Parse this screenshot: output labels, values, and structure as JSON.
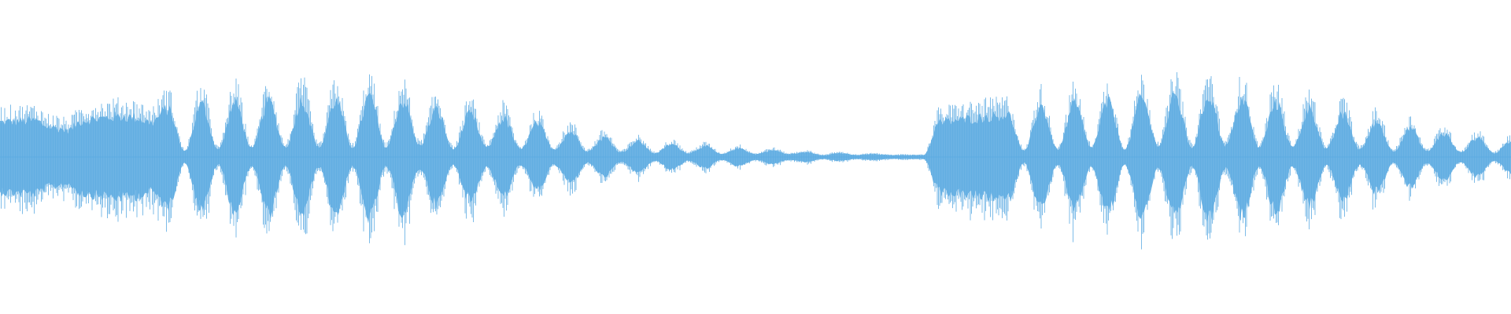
{
  "waveform": {
    "color": "#5dabe2",
    "background": "#ffffff",
    "peak_envelope": [
      0.36,
      0.37,
      0.38,
      0.31,
      0.28,
      0.38,
      0.4,
      0.42,
      0.41,
      0.36,
      0.5,
      0.06,
      0.54,
      0.08,
      0.56,
      0.09,
      0.58,
      0.1,
      0.58,
      0.1,
      0.58,
      0.1,
      0.62,
      0.1,
      0.58,
      0.12,
      0.48,
      0.08,
      0.44,
      0.1,
      0.4,
      0.08,
      0.34,
      0.08,
      0.26,
      0.06,
      0.2,
      0.05,
      0.16,
      0.04,
      0.13,
      0.04,
      0.11,
      0.03,
      0.09,
      0.03,
      0.07,
      0.03,
      0.05,
      0.02,
      0.04,
      0.02,
      0.03,
      0.02,
      0.02,
      0.02,
      0.36,
      0.38,
      0.4,
      0.42,
      0.44,
      0.06,
      0.52,
      0.08,
      0.54,
      0.1,
      0.56,
      0.08,
      0.6,
      0.12,
      0.62,
      0.1,
      0.64,
      0.12,
      0.6,
      0.1,
      0.56,
      0.1,
      0.5,
      0.08,
      0.44,
      0.08,
      0.36,
      0.06,
      0.3,
      0.06,
      0.24,
      0.05,
      0.2,
      0.04,
      0.16
    ]
  }
}
